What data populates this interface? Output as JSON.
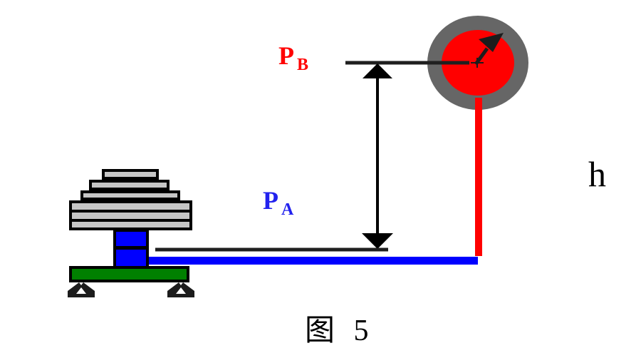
{
  "figure": {
    "caption": "图 5",
    "labels": {
      "pb": {
        "main": "P",
        "sub": "B"
      },
      "pa": {
        "main": "P",
        "sub": "A"
      },
      "height": "h"
    }
  },
  "colors": {
    "red": "#ff0000",
    "blue": "#0000ff",
    "green": "#008000",
    "gauge_ring": "#666666",
    "weight_gray": "#c6c6c6",
    "ink": "#1f1f1f",
    "pb_text": "#ff0000",
    "pa_text": "#2222ee",
    "text_black": "#000000",
    "foot_dark": "#1c1c1c",
    "white": "#ffffff"
  },
  "icons": {
    "gauge": "pressure-gauge-icon",
    "needle": "needle-arrow-icon",
    "height_arrow": "double-headed-arrow-icon",
    "feet": "support-foot-icon"
  }
}
